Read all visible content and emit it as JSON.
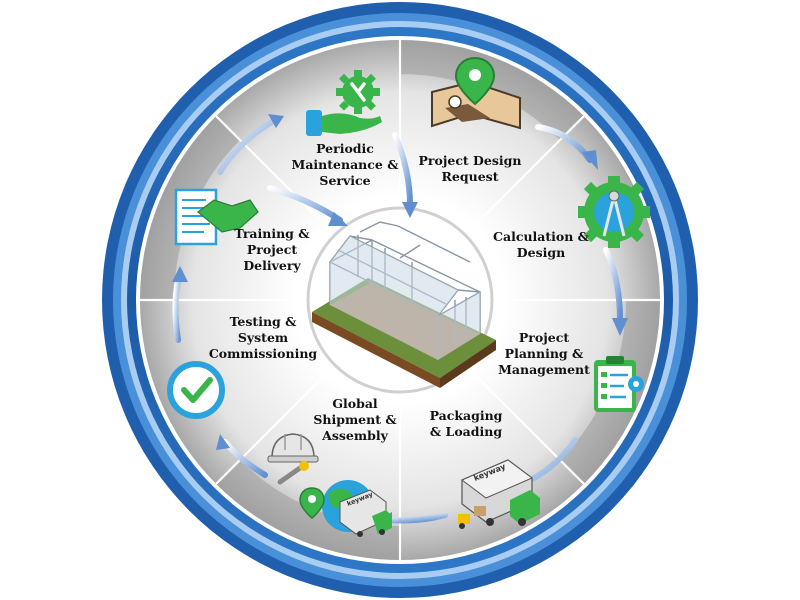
{
  "steps": [
    {
      "key": "design_request",
      "label": "Project Design\nRequest",
      "icon": "map-pin-icon"
    },
    {
      "key": "calc_design",
      "label": "Calculation &\nDesign",
      "icon": "compass-gear-icon"
    },
    {
      "key": "planning",
      "label": "Project\nPlanning &\nManagement",
      "icon": "checklist-clipboard-icon"
    },
    {
      "key": "packaging",
      "label": "Packaging\n& Loading",
      "icon": "truck-forklift-icon",
      "truck_brand": "keyway"
    },
    {
      "key": "shipment",
      "label": "Global\nShipment &\nAssembly",
      "icon": "globe-truck-icon",
      "truck_brand": "keyway"
    },
    {
      "key": "testing",
      "label": "Testing &\nSystem\nCommissioning",
      "icon": "check-circle-icon"
    },
    {
      "key": "training",
      "label": "Training &\nProject\nDelivery",
      "icon": "handshake-document-icon"
    },
    {
      "key": "maintenance",
      "label": "Periodic\nMaintenance &\nService",
      "icon": "hand-gear-wrench-icon"
    }
  ],
  "center_image": "greenhouse-structure-icon",
  "colors": {
    "ring_outer": "#1f5fae",
    "ring_mid": "#4a90d8",
    "ring_light": "#a9cdf2",
    "accent_green": "#39b54a",
    "accent_blue": "#2aa3dd",
    "arrow_blue": "#6f9fd8"
  }
}
